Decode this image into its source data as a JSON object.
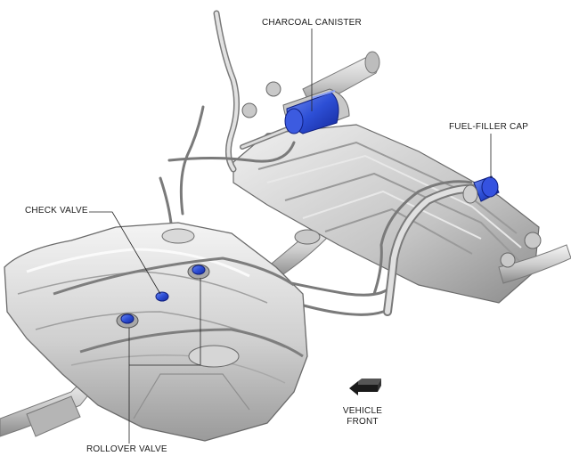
{
  "labels": {
    "charcoal_canister": "CHARCOAL CANISTER",
    "fuel_filler_cap": "FUEL-FILLER CAP",
    "check_valve": "CHECK VALVE",
    "rollover_valve": "ROLLOVER VALVE",
    "vehicle": "VEHICLE",
    "front": "FRONT"
  },
  "colors": {
    "component_highlight": "#2d4fd6",
    "metal_light": "#eeeeee",
    "metal_mid": "#c9c9c9",
    "metal_dark": "#8f8f8f",
    "outline": "#6b6b6b",
    "leader_line": "#222222"
  },
  "icons": {
    "direction": "vehicle-front-arrow-icon"
  }
}
